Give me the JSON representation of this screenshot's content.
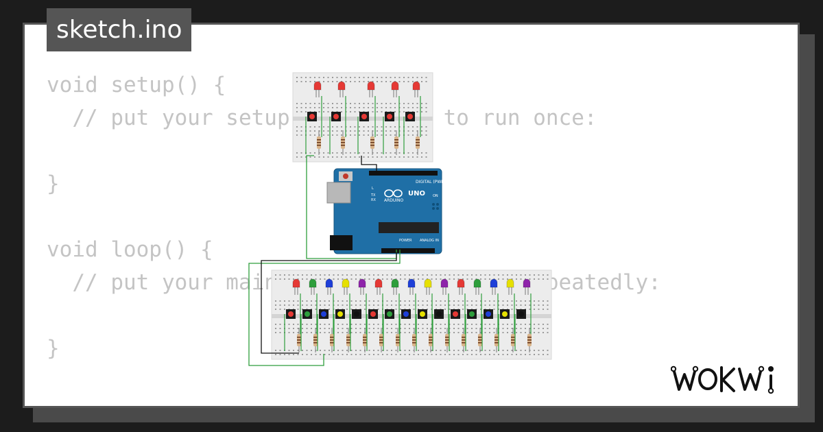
{
  "tab": {
    "label": "sketch.ino"
  },
  "code": {
    "lines": [
      "void setup() {",
      "  // put your setup code here, to run once:",
      "",
      "}",
      "",
      "void loop() {",
      "  // put your main code here, to run repeatedly:",
      "",
      "}"
    ]
  },
  "board": {
    "brand": "ARDUINO",
    "model": "UNO",
    "header_digital": "DIGITAL (PWM ~)",
    "header_power": "POWER",
    "header_analog": "ANALOG IN",
    "label_tx": "TX",
    "label_rx": "RX",
    "label_l": "L",
    "label_on": "ON"
  },
  "top_circuit": {
    "led_colors": [
      "#e53935",
      "#e53935",
      "#e53935",
      "#e53935",
      "#e53935"
    ]
  },
  "bottom_circuit": {
    "led_colors": [
      "#e53935",
      "#2e9e3c",
      "#1e3fd8",
      "#e6e000",
      "#8e24aa",
      "#e53935",
      "#2e9e3c",
      "#1e3fd8",
      "#e6e000",
      "#8e24aa",
      "#e53935",
      "#2e9e3c",
      "#1e3fd8",
      "#e6e000",
      "#8e24aa"
    ],
    "button_colors": [
      "#e53935",
      "#2e9e3c",
      "#1e3fd8",
      "#e6e000",
      "#111111",
      "#e53935",
      "#2e9e3c",
      "#1e3fd8",
      "#e6e000",
      "#111111",
      "#e53935",
      "#2e9e3c",
      "#1e3fd8",
      "#e6e000",
      "#111111"
    ]
  },
  "colors": {
    "wire_green": "#2e9e3c",
    "wire_black": "#111111",
    "board_blue": "#1f6fa6"
  },
  "logo": {
    "name": "wokwi-logo"
  }
}
